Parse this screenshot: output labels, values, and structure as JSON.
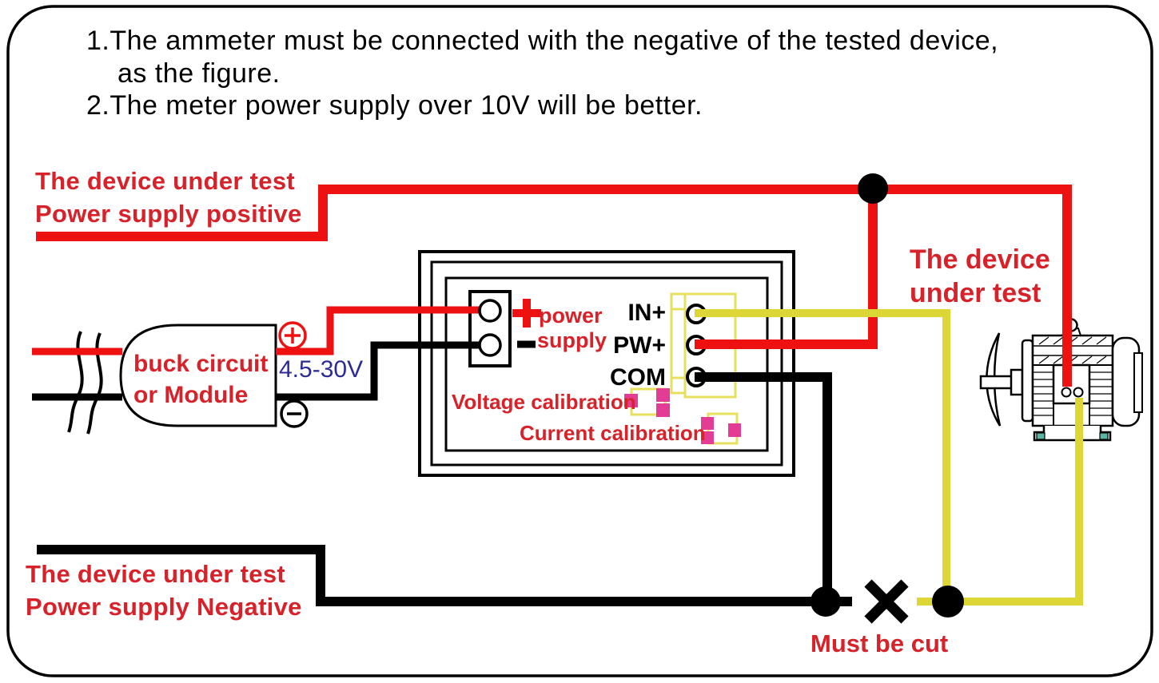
{
  "instructions": {
    "line1": "1.The ammeter must be connected with the negative of the tested device,",
    "line2": "as the figure.",
    "line3": "2.The meter power supply over 10V will be better."
  },
  "labels": {
    "top_left_line1": "The device under test",
    "top_left_line2": "Power supply positive",
    "bottom_left_line1": "The device under test",
    "bottom_left_line2": "Power supply Negative",
    "right_line1": "The device",
    "right_line2": "under test",
    "must_be_cut": "Must be cut"
  },
  "buck_module": {
    "line1": "buck circuit",
    "line2": "or Module",
    "voltage_range": "4.5-30V"
  },
  "meter": {
    "power_supply_line1": "power",
    "power_supply_line2": "supply",
    "terminals": [
      "IN+",
      "PW+",
      "COM"
    ],
    "voltage_calibration": "Voltage calibration",
    "current_calibration": "Current calibration"
  },
  "symbols": {
    "buck_positive": "⊕",
    "buck_negative": "⊖",
    "power_plus": "+",
    "power_minus": "−",
    "cut_mark": "✕"
  },
  "colors": {
    "wire_red": "#ee1111",
    "wire_black": "#000000",
    "wire_yellow": "#dcd637",
    "connector_yellow": "#e6e05e",
    "jumper_pink": "#e23c95",
    "label_red": "#d8222a",
    "voltage_navy": "#2c2c96",
    "motor_teal": "#5cb4a2"
  }
}
